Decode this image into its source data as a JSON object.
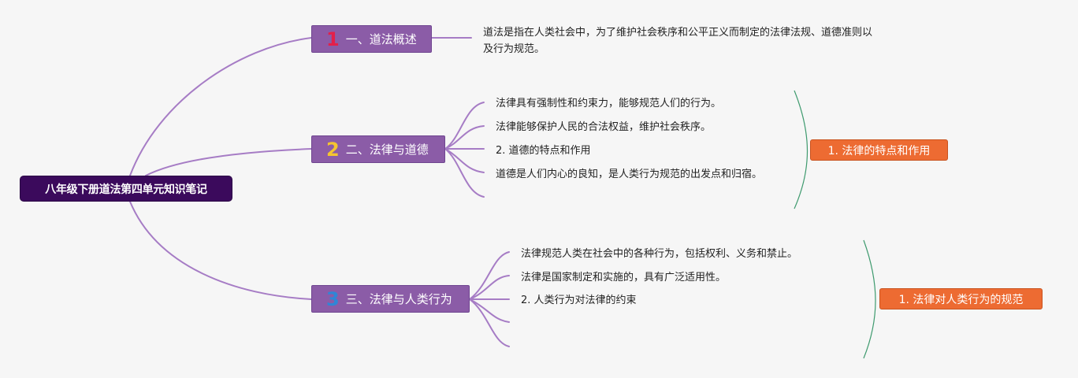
{
  "root": {
    "title": "八年级下册道法第四单元知识笔记"
  },
  "branches": [
    {
      "number": "1",
      "number_color": "#e3204a",
      "label": "一、道法概述",
      "leaves": [
        "道法是指在人类社会中，为了维护社会秩序和公平正义而制定的法律法规、道德准则以及行为规范。"
      ]
    },
    {
      "number": "2",
      "number_color": "#f4c430",
      "label": "二、法律与道德",
      "leaves": [
        "法律具有强制性和约束力，能够规范人们的行为。",
        "法律能够保护人民的合法权益，维护社会秩序。",
        "2. 道德的特点和作用",
        "道德是人们内心的良知，是人类行为规范的出发点和归宿。"
      ],
      "summary": "1. 法律的特点和作用"
    },
    {
      "number": "3",
      "number_color": "#2f86d6",
      "label": "三、法律与人类行为",
      "leaves": [
        "法律规范人类在社会中的各种行为，包括权利、义务和禁止。",
        "法律是国家制定和实施的，具有广泛适用性。",
        "2. 人类行为对法律的约束"
      ],
      "summary": "1. 法律对人类行为的规范"
    }
  ],
  "colors": {
    "root_bg": "#3b0a5c",
    "branch_bg": "#8b5ca7",
    "connector": "#a67cc5",
    "summary_bg": "#ed6b32",
    "bracket": "#3e9a6e"
  }
}
